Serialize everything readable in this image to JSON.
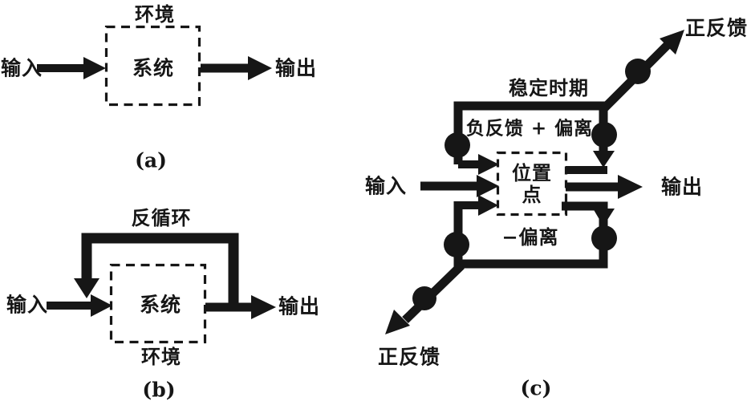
{
  "figure": {
    "type": "diagram",
    "description_colors": {
      "ink": "#161616",
      "background": "#ffffff"
    }
  },
  "diagram_a": {
    "environment_label": "环境",
    "system_label": "系统",
    "input_label": "输入",
    "output_label": "输出",
    "caption": "(a)"
  },
  "diagram_b": {
    "feedback_loop_label": "反循环",
    "system_label": "系统",
    "input_label": "输入",
    "output_label": "输出",
    "environment_label": "环境",
    "caption": "(b)"
  },
  "diagram_c": {
    "positive_feedback_top_label": "正反馈",
    "stable_period_label": "稳定时期",
    "negative_feedback_label": "负反馈 + 偏离",
    "input_label": "输入",
    "node_label_line1": "位置",
    "node_label_line2": "点",
    "output_label": "输出",
    "negative_deviation_label": "−偏离",
    "positive_feedback_bottom_label": "正反馈",
    "caption": "(c)"
  }
}
